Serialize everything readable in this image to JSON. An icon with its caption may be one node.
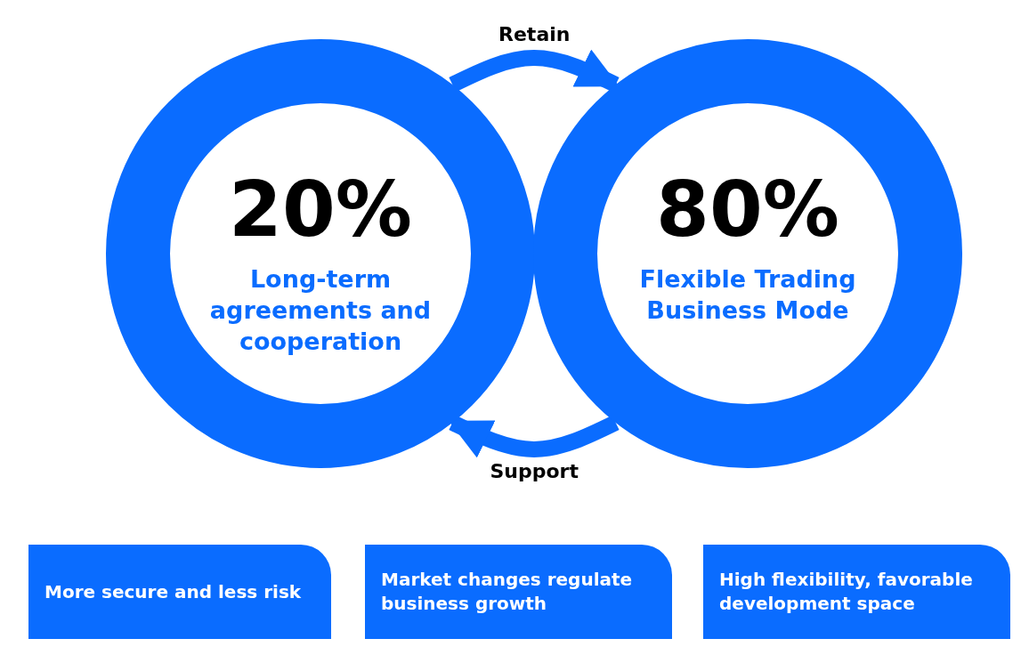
{
  "diagram": {
    "nodes": [
      {
        "text": [
          "20%",
          "Long-term agreements and cooperation"
        ]
      },
      {
        "text": [
          "80%",
          "Flexible Trading Business Mode"
        ]
      },
      {
        "text": [
          "More secure and less risk"
        ]
      },
      {
        "text": [
          "Market changes regulate business growth"
        ]
      },
      {
        "text": [
          "High flexibility, favorable development space"
        ]
      }
    ],
    "edges": [
      {
        "from": 0,
        "to": 1,
        "arrow": "to",
        "label": "Retain"
      },
      {
        "from": 1,
        "to": 0,
        "arrow": "to",
        "label": "Support"
      }
    ]
  }
}
